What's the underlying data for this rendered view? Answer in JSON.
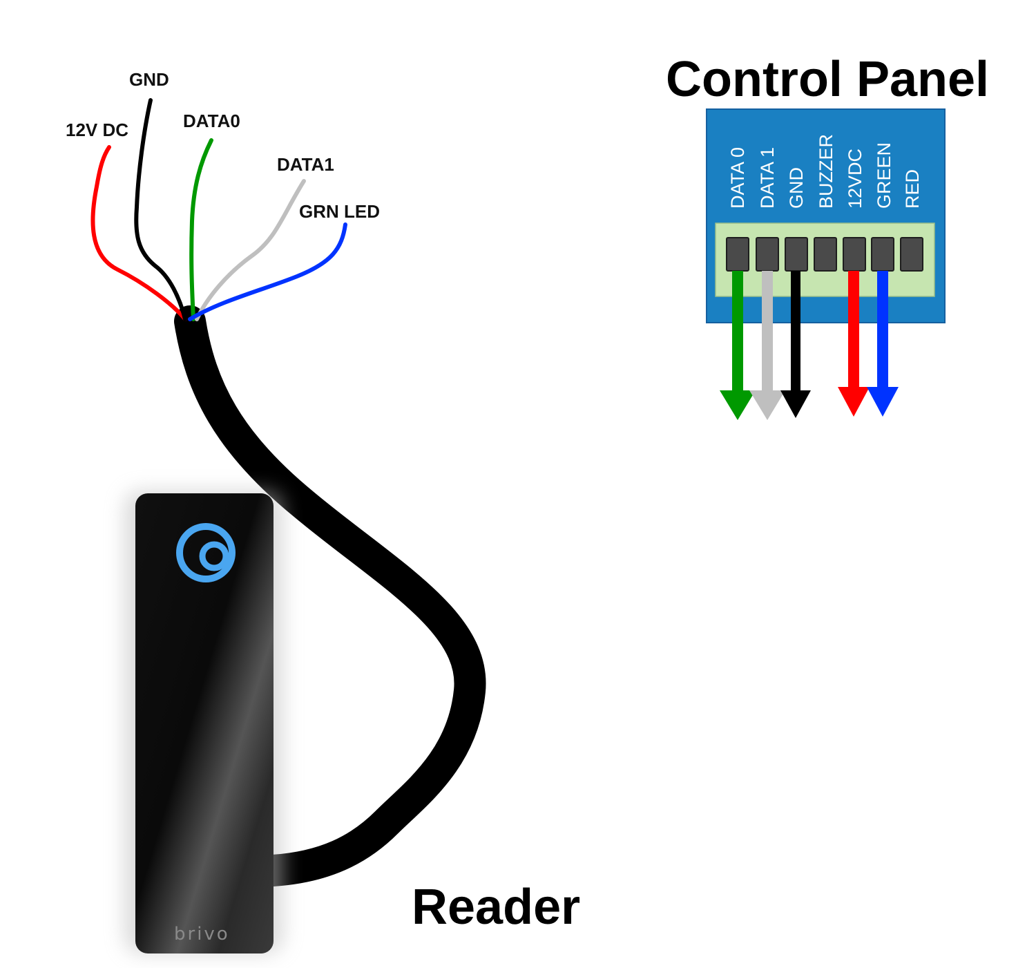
{
  "control_panel": {
    "title": "Control Panel",
    "terminals": [
      "DATA 0",
      "DATA 1",
      "GND",
      "BUZZER",
      "12VDC",
      "GREEN",
      "RED"
    ]
  },
  "reader": {
    "title": "Reader",
    "brand": "brivo"
  },
  "wires": [
    {
      "label": "12V DC",
      "color": "#ff0000",
      "connects_to": "12VDC"
    },
    {
      "label": "GND",
      "color": "#000000",
      "connects_to": "GND"
    },
    {
      "label": "DATA0",
      "color": "#009900",
      "connects_to": "DATA 0"
    },
    {
      "label": "DATA1",
      "color": "#bfbfbf",
      "connects_to": "DATA 1"
    },
    {
      "label": "GRN LED",
      "color": "#0033ff",
      "connects_to": "GREEN"
    }
  ],
  "colors": {
    "panel_blue": "#1a80c2",
    "terminal_block": "#c6e5b0",
    "logo_blue": "#4aa6f0"
  }
}
